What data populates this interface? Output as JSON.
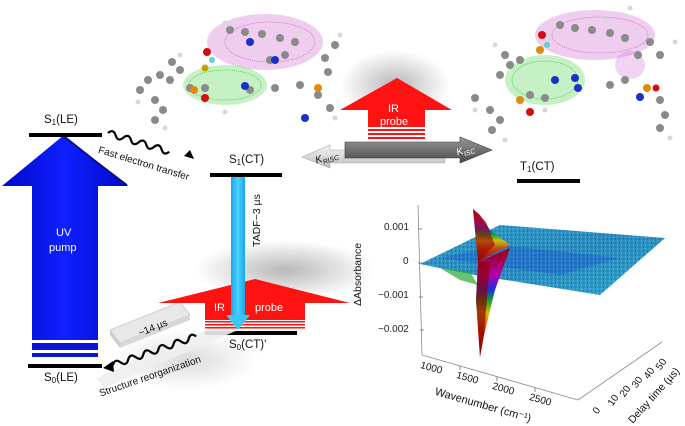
{
  "energy_levels": {
    "s1_le": {
      "label": "S",
      "sub": "1",
      "suffix": "(LE)"
    },
    "s1_ct": {
      "label": "S",
      "sub": "1",
      "suffix": "(CT)"
    },
    "t1_ct": {
      "label": "T",
      "sub": "1",
      "suffix": "(CT)"
    },
    "s0_le": {
      "label": "S",
      "sub": "0",
      "suffix": "(LE)"
    },
    "s0_ct": {
      "label": "S",
      "sub": "0",
      "suffix": "(CT)'"
    }
  },
  "arrows": {
    "uv_pump": {
      "line1": "UV",
      "line2": "pump",
      "color": "#0a14e6"
    },
    "ir_probe_top": {
      "line1": "IR",
      "line2": "probe",
      "color": "#ff1010"
    },
    "ir_probe_bottom": {
      "left": "IR",
      "right": "probe",
      "color": "#ff1010"
    },
    "tadf": {
      "label": "TADF~3 µs",
      "color": "#27b8f2"
    },
    "fast_transfer": {
      "label": "Fast electron transfer"
    },
    "structure_reorg": {
      "label": "Structure reorganization"
    },
    "reorg_time": {
      "label": "~14 µs"
    },
    "k_isc": {
      "label": "K",
      "sub": "ISC"
    },
    "k_risc": {
      "label": "K",
      "sub": "RISC"
    }
  },
  "molecules": {
    "left": {
      "name": "molecule-structure-s1",
      "orbital_colors": [
        "#cc55cc",
        "#44cc44"
      ]
    },
    "right": {
      "name": "molecule-structure-t1",
      "orbital_colors": [
        "#cc55cc",
        "#44cc44"
      ]
    }
  },
  "chart_data": {
    "type": "surface3d",
    "title": "",
    "zlabel": "ΔAbsorbance",
    "xlabel": "Wavenumber (cm⁻¹)",
    "ylabel": "Delay time (µs)",
    "z_ticks": [
      "0.001",
      "0",
      "−0.001",
      "−0.002"
    ],
    "x_ticks": [
      "1000",
      "1500",
      "2000",
      "2500"
    ],
    "y_ticks": [
      "0",
      "10",
      "20",
      "30",
      "40",
      "50"
    ],
    "xlim": [
      1000,
      3000
    ],
    "ylim": [
      0,
      50
    ],
    "zlim": [
      -0.0025,
      0.0015
    ],
    "features": [
      {
        "wavenumber": 1600,
        "delay": 0,
        "value": 0.0015,
        "note": "positive peak"
      },
      {
        "wavenumber": 1620,
        "delay": 0,
        "value": -0.0025,
        "note": "negative bleach"
      },
      {
        "region": "elsewhere",
        "value": 0.0,
        "note": "noise near zero"
      }
    ],
    "colormap": [
      "#8b0000",
      "#e04000",
      "#f0c000",
      "#20b020",
      "#1a40e0",
      "#20b0d0",
      "#8000b0"
    ]
  }
}
